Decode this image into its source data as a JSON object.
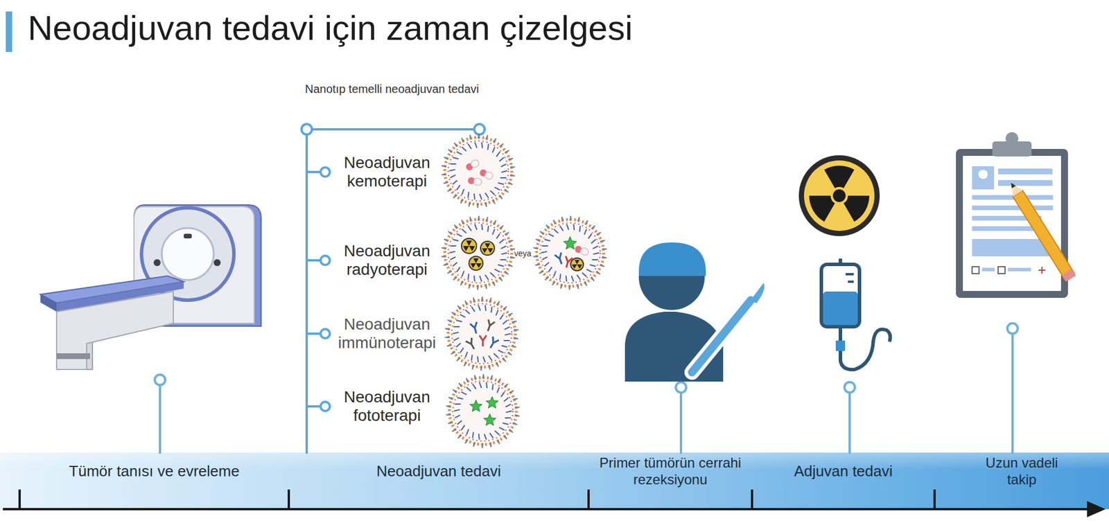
{
  "diagram": {
    "title": "Neoadjuvan tedavi için zaman çizelgesi",
    "nodes": [
      {
        "text": [
          "Tümör tanısı ve evreleme"
        ]
      },
      {
        "text": [
          "Neoadjuvan tedavi"
        ]
      },
      {
        "text": [
          "Primer tümörün cerrahi rezeksiyonu"
        ]
      },
      {
        "text": [
          "Adjuvan tedavi"
        ]
      },
      {
        "text": [
          "Uzun vadeli takip"
        ]
      }
    ],
    "labels": [
      "Nanotıp temelli neoadjuvan tedavi",
      "Neoadjuvan kemoterapi",
      "Neoadjuvan radyoterapi",
      "Neoadjuvan immünoterapi",
      "Neoadjuvan fototerapi",
      "veya"
    ]
  }
}
